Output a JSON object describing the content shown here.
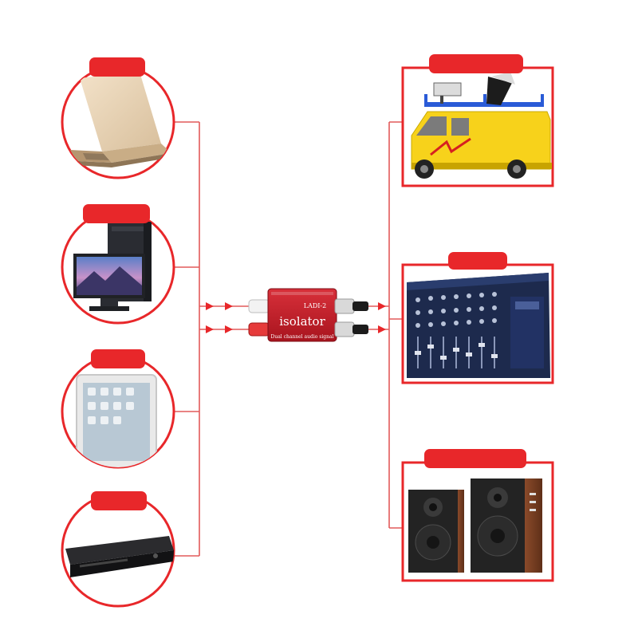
{
  "accent_color": "#e8272a",
  "line_color": "#e25a5a",
  "sources": [
    {
      "name": "laptop",
      "icon": "laptop-icon"
    },
    {
      "name": "desktop-computer",
      "icon": "desktop-computer-icon"
    },
    {
      "name": "tablet",
      "icon": "tablet-icon"
    },
    {
      "name": "dvd-player",
      "icon": "dvd-player-icon"
    }
  ],
  "device": {
    "model": "LADI-2",
    "title": "isolator",
    "subtitle": "Dual channel audio signal",
    "color": "#c21f2c",
    "channels": 2
  },
  "destinations": [
    {
      "name": "broadcast-van",
      "icon": "broadcast-van-icon"
    },
    {
      "name": "audio-mixer",
      "icon": "audio-mixer-icon"
    },
    {
      "name": "speakers",
      "icon": "speakers-icon"
    }
  ]
}
